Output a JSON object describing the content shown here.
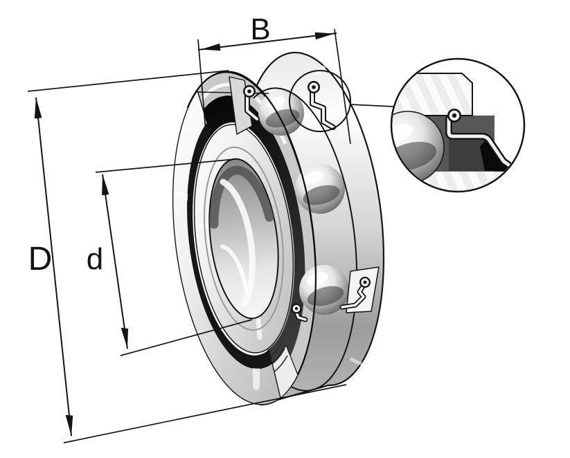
{
  "illustration": {
    "background": "#ffffff",
    "line_color": "#141414",
    "metal_light": "#f5f5f5",
    "metal_mid": "#c9c9c9",
    "metal_dark": "#8f8f8f",
    "interior_dark": "#1c1c1c"
  },
  "dimensions": {
    "width": {
      "label": "B"
    },
    "outer_diameter": {
      "label": "D"
    },
    "bore_diameter": {
      "label": "d"
    }
  }
}
